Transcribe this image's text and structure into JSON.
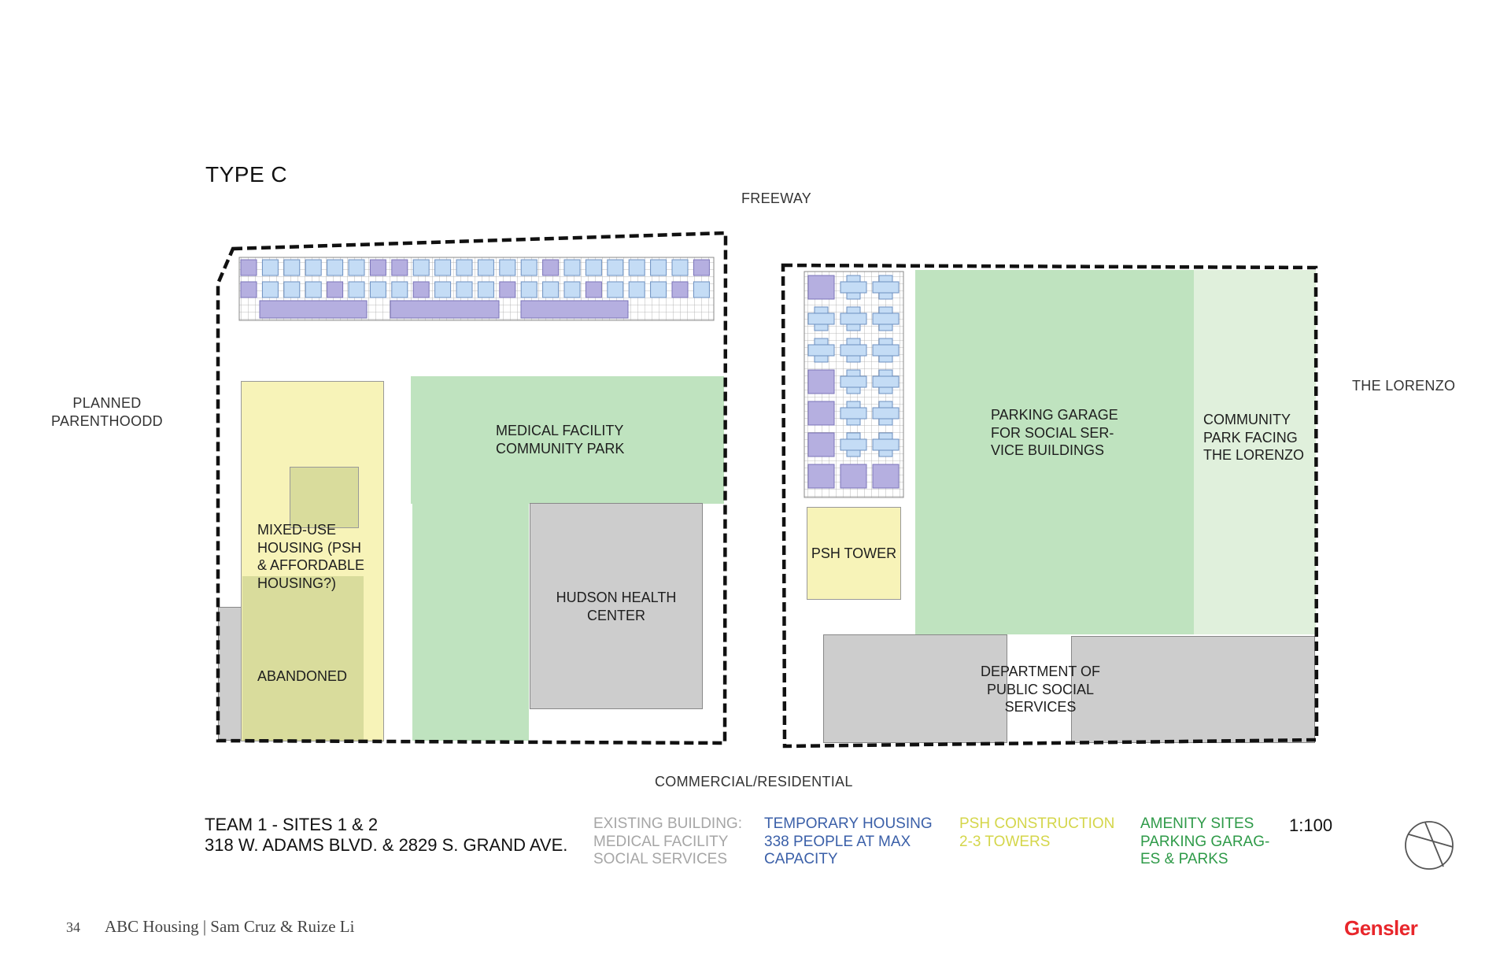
{
  "title": "TYPE C",
  "context": {
    "north": "FREEWAY",
    "south": "COMMERCIAL/RESIDENTIAL",
    "west_line1": "PLANNED",
    "west_line2": "PARENTHOODD",
    "east": "THE LORENZO"
  },
  "site1": {
    "mixed_use": [
      "MIXED-USE",
      "HOUSING (PSH",
      "& AFFORDABLE",
      "HOUSING?)"
    ],
    "abandoned": "ABANDONED",
    "medical_park": [
      "MEDICAL FACILITY",
      "COMMUNITY PARK"
    ],
    "hudson": [
      "HUDSON HEALTH",
      "CENTER"
    ]
  },
  "site2": {
    "parking": [
      "PARKING GARAGE",
      "FOR SOCIAL SER-",
      "VICE BUILDINGS"
    ],
    "community_park": [
      "COMMUNITY",
      "PARK FACING",
      "THE LORENZO"
    ],
    "psh_tower": "PSH TOWER",
    "dpss": [
      "DEPARTMENT OF",
      "PUBLIC SOCIAL",
      "SERVICES"
    ]
  },
  "team": {
    "line1": "TEAM 1 - SITES 1 & 2",
    "line2": "318 W. ADAMS BLVD. & 2829 S. GRAND AVE."
  },
  "legend": [
    {
      "lines": [
        "EXISTING BUILDING:",
        "MEDICAL FACILITY",
        "SOCIAL SERVICES"
      ],
      "color": "#a6a6a6"
    },
    {
      "lines": [
        "TEMPORARY HOUSING",
        "338 PEOPLE AT MAX",
        "CAPACITY"
      ],
      "color": "#3a5fa8"
    },
    {
      "lines": [
        "PSH CONSTRUCTION",
        "2-3 TOWERS"
      ],
      "color": "#d4d64a"
    },
    {
      "lines": [
        "AMENITY SITES",
        "PARKING GARAG-",
        "ES & PARKS"
      ],
      "color": "#2e9a48"
    }
  ],
  "scale": "1:100",
  "compass": "north-arrow-icon",
  "footer": {
    "page": "34",
    "text": "ABC Housing | Sam Cruz & Ruize Li",
    "brand": "Gensler",
    "brand_color": "#e8262b"
  },
  "colors": {
    "psh_yellow": "#f7f3b8",
    "amenity_green": "#bfe3bf",
    "park_light_green": "#e0f0dc",
    "existing_gray": "#cdcdcd",
    "unit_purple": "#b5afe0",
    "unit_blue": "#c4dcf5"
  }
}
